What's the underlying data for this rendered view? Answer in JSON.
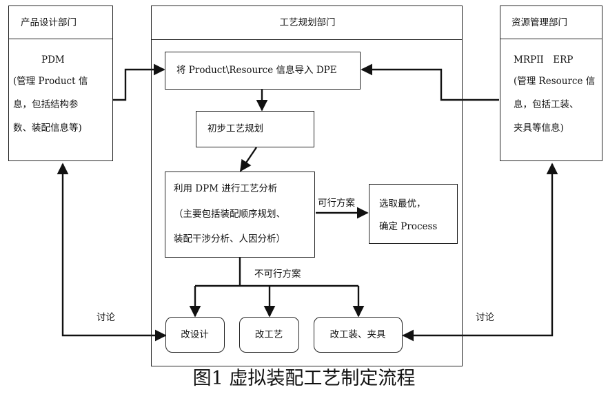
{
  "left_panel": {
    "header": "产品设计部门",
    "line1": "PDM",
    "line2": "(管理 Product 信",
    "line3": "息，包括结构参",
    "line4": "数、装配信息等)"
  },
  "center_panel": {
    "header": "工艺规划部门"
  },
  "right_panel": {
    "header": "资源管理部门",
    "line1": "MRPII　ERP",
    "line2": "(管理 Resource 信",
    "line3": "息，包括工装、",
    "line4": "夹具等信息)"
  },
  "nodes": {
    "import": "将 Product\\Resource 信息导入 DPE",
    "initial": "初步工艺规划",
    "analysis_line1": "利用 DPM 进行工艺分析",
    "analysis_line2": "（主要包括装配顺序规划、",
    "analysis_line3": "装配干涉分析、人因分析）",
    "optimal_line1": "选取最优，",
    "optimal_line2": "确定 Process",
    "change_design": "改设计",
    "change_process": "改工艺",
    "change_tooling": "改工装、夹具"
  },
  "labels": {
    "feasible": "可行方案",
    "infeasible": "不可行方案",
    "discuss_left": "讨论",
    "discuss_right": "讨论"
  },
  "caption": "图1  虚拟装配工艺制定流程"
}
